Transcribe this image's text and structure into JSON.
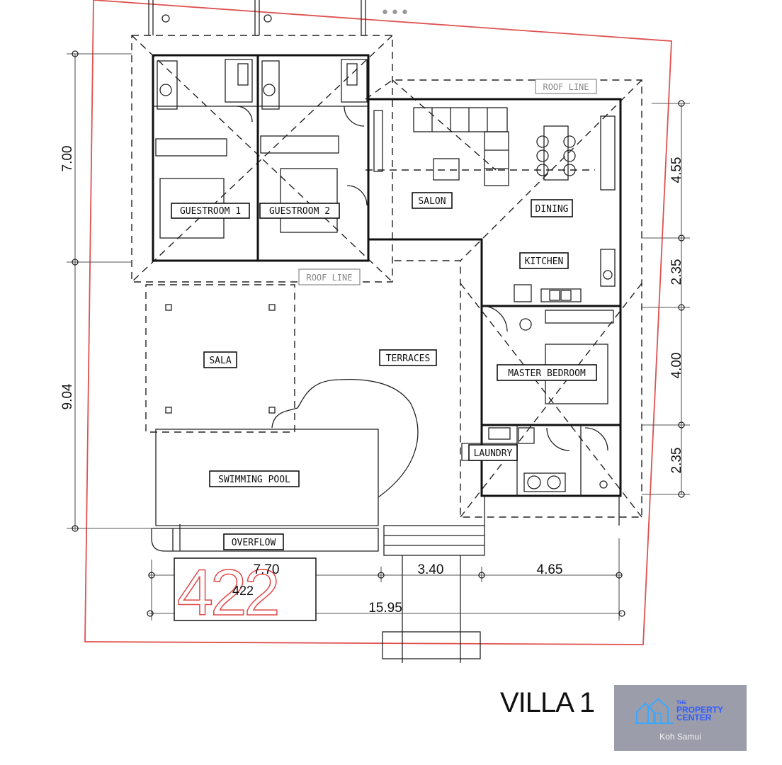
{
  "rooms": {
    "guestroom1": "GUESTROOM 1",
    "guestroom2": "GUESTROOM 2",
    "salon": "SALON",
    "dining": "DINING",
    "kitchen": "KITCHEN",
    "master_bedroom": "MASTER BEDROOM",
    "laundry": "LAUNDRY",
    "sala": "SALA",
    "terraces": "TERRACES",
    "swimming_pool": "SWIMMING POOL",
    "overflow": "OVERFLOW",
    "roof_line_top": "ROOF LINE",
    "roof_line_bottom": "ROOF LINE"
  },
  "dimensions": {
    "left_upper": "7.00",
    "left_lower": "9.04",
    "right_1": "4.55",
    "right_2": "2.35",
    "right_3": "4.00",
    "right_4": "2.35",
    "bottom_1": "7.70",
    "bottom_2": "3.40",
    "bottom_3": "4.65",
    "bottom_total": "15.95"
  },
  "plot_number": "422",
  "plot_number_large": "422",
  "title": "VILLA 1",
  "logo": {
    "line1": "THE",
    "line2": "PROPERTY",
    "line3": "CENTER",
    "location": "Koh Samui",
    "icon": "house-logo-icon"
  },
  "menu_icon": "more-dots-icon",
  "colors": {
    "boundary": "#e05050",
    "plot_number": "#e04848",
    "logo_bg": "#9b9daa",
    "logo_brand": "#2f5bff"
  }
}
